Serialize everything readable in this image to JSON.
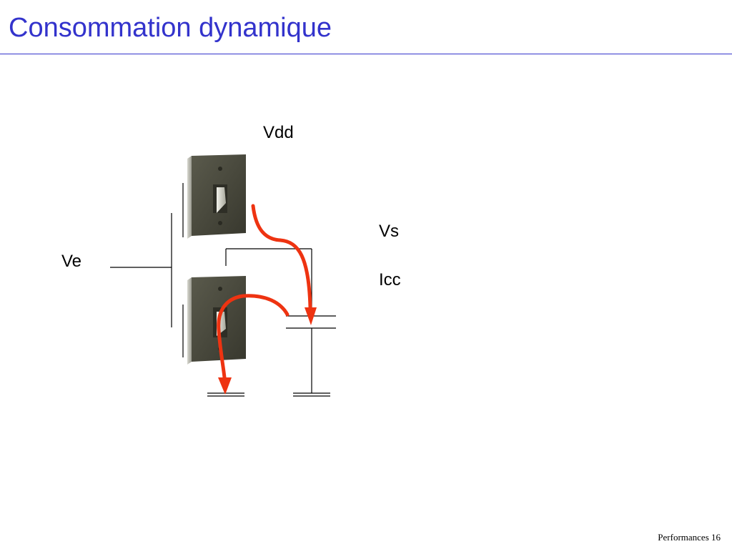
{
  "slide": {
    "title": "Consommation dynamique",
    "footer_section": "Performances",
    "page_number": "16"
  },
  "diagram": {
    "labels": {
      "vdd": "Vdd",
      "vs": "Vs",
      "icc": "Icc",
      "ve": "Ve"
    },
    "switches": [
      {
        "name": "top-switch",
        "position": "up"
      },
      {
        "name": "bottom-switch",
        "position": "down"
      }
    ],
    "colors": {
      "title": "#3333cc",
      "arrow": "#ee3311",
      "wire": "#000000",
      "switch_plate": "#4a4a3e"
    }
  }
}
